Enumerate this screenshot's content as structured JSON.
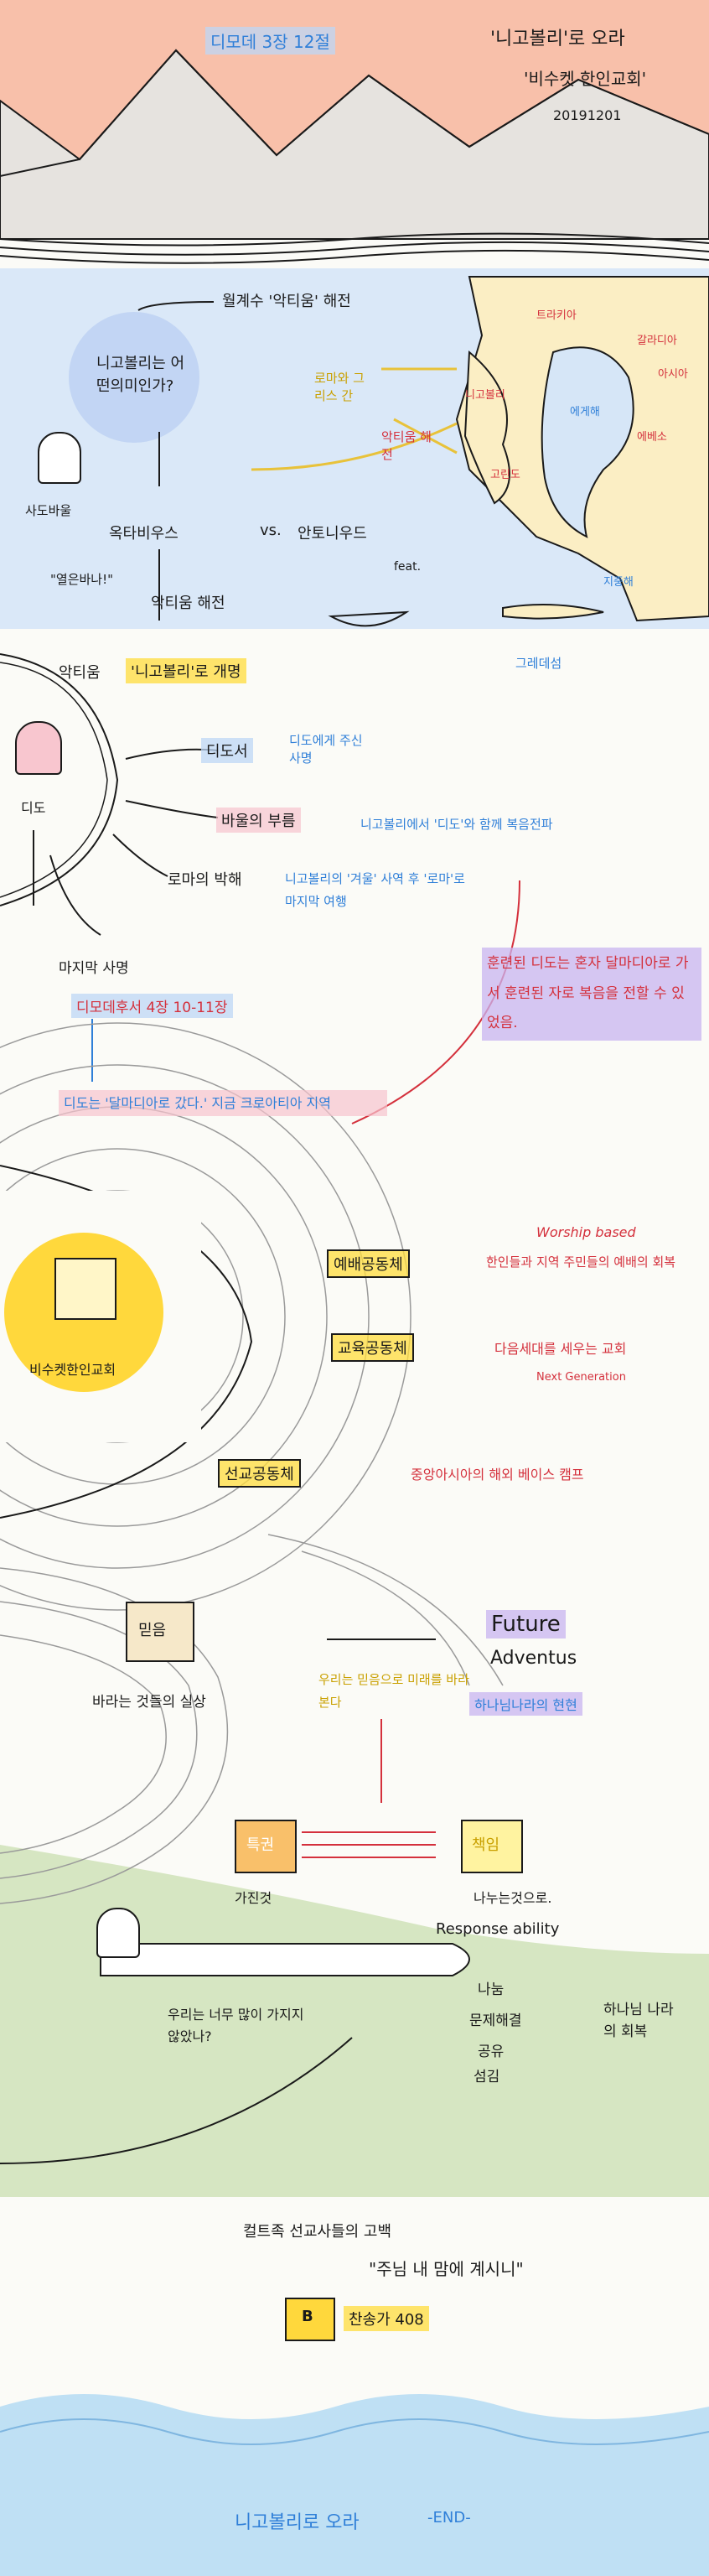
{
  "header": {
    "date_label": "디모데 3장 12절",
    "title": "'니고볼리'로 오라",
    "church": "'비수켓 한인교회'",
    "date": "20191201"
  },
  "map": {
    "question": "니고볼리는 어떤의미인가?",
    "victory_note": "월계수 '악티움' 해전",
    "rome_note": "로마와 그리스 간",
    "aktium": "악티움 해전",
    "person_label": "사도바울",
    "yeol_label": "\"열은바나!\"",
    "octavius": "옥타비우스",
    "vs": "vs.",
    "antonius": "안토니우드",
    "feat": "feat.",
    "aktium_battle": "악티움 해전",
    "renamed_prefix": "악티움",
    "renamed_hl": "'니고볼리'로 개명",
    "places": {
      "macedonia": "트라키아",
      "thrace": "갈라디아",
      "asia": "아시아",
      "ephesus": "에베소",
      "nicopolis": "니고볼리",
      "corinth": "고린도",
      "aegean": "에게해",
      "crete": "그레데섬",
      "medsea": "지중해"
    }
  },
  "titus": {
    "label": "디도",
    "branch1": "디도서",
    "branch1_note": "디도에게 주신 사명",
    "branch2": "바울의 부름",
    "branch2_note": "니고볼리에서 '디도'와 함께 복음전파",
    "branch3": "로마의 박해",
    "branch3_note": "니고볼리의 '겨울' 사역 후 '로마'로 마지막 여행",
    "last_mission": "마지막 사명",
    "verse": "디모데후서 4장 10-11장",
    "trained": "훈련된 디도는 혼자 달마디아로 가서 훈련된 자로 복음을 전할 수 있었음.",
    "went": "디도는 '달마디아로 갔다.' 지금 크로아티아 지역"
  },
  "church": {
    "label": "비수켓한인교회",
    "item1": "예배공동체",
    "item1_note_en": "Worship based",
    "item1_note": "한인들과 지역 주민들의 예배의 회복",
    "item2": "교육공동체",
    "item2_note": "다음세대를 세우는 교회",
    "item2_note_en": "Next Generation",
    "item3": "선교공동체",
    "item3_note": "중앙아시아의 해외 베이스 캠프"
  },
  "future": {
    "faith_box": "믿음",
    "faith_caption": "바라는 것들의 실상",
    "hope_text": "우리는 믿음으로 미래를 바라본다",
    "future_title": "Future",
    "adventus": "Adventus",
    "kingdom": "하나님나라의 현현",
    "privilege_box": "특권",
    "privilege_caption": "가진것",
    "responsibility_box": "책임",
    "responsibility_caption": "나누는것으로.",
    "response_ability": "Response ability",
    "question": "우리는 너무 많이 가지지 않았나?",
    "share1": "나눔",
    "share2": "문제해결",
    "share3": "공유",
    "share4": "섬김",
    "kingdom_recovery": "하나님 나라의 회복"
  },
  "closing": {
    "confession": "컬트족 선교사들의 고백",
    "quote": "\"주님 내 맘에 계시니\"",
    "hymn_book": "B",
    "hymn": "찬송가 408",
    "end_text": "니고볼리로 오라",
    "end": "-END-"
  },
  "colors": {
    "sky": "#f7b59c",
    "sea_blue": "#d6e6f7",
    "land": "#fbeec4",
    "green": "#cfe2b8",
    "highlight_yellow": "#ffd83c",
    "accent_blue": "#2f7fd8",
    "accent_red": "#d4303c"
  }
}
